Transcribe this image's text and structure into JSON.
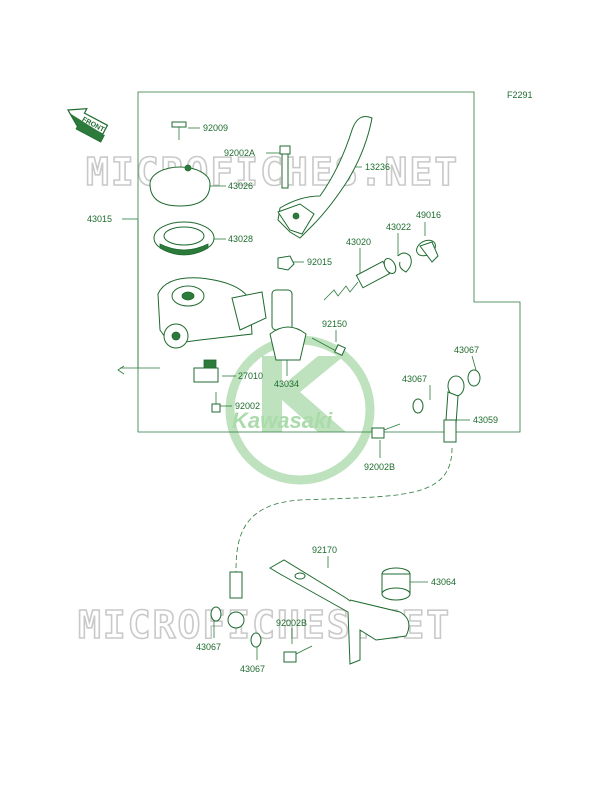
{
  "figure_code": "F2291",
  "front_badge": "FRONT",
  "watermark": "MICROFICHES.NET",
  "logo_text": "Kawasaki",
  "colors": {
    "line": "#2a7a3b",
    "label": "#1e6b2e",
    "watermark": "#c9c9c9",
    "logo": "#9fd4a0"
  },
  "labels": {
    "p92009": "92009",
    "p92002A": "92002A",
    "p13236": "13236",
    "p43026": "43026",
    "p43015": "43015",
    "p43028": "43028",
    "p49016": "49016",
    "p43022": "43022",
    "p43020": "43020",
    "p92015": "92015",
    "p92150": "92150",
    "p27010": "27010",
    "p43034": "43034",
    "p92002": "92002",
    "p43067a": "43067",
    "p43067b": "43067",
    "p43059": "43059",
    "p92002B_a": "92002B",
    "p92170": "92170",
    "p43064": "43064",
    "p43067c": "43067",
    "p92002B_b": "92002B",
    "p43067d": "43067"
  }
}
